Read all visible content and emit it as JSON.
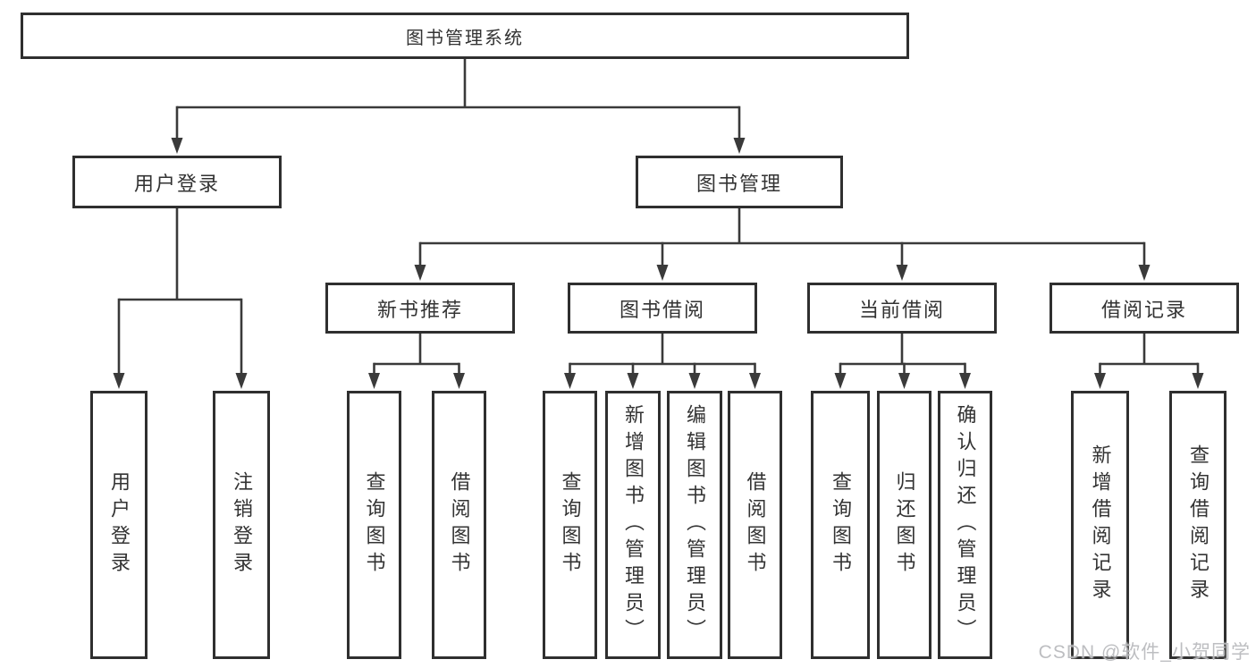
{
  "tree": {
    "root": {
      "label": "图书管理系统"
    },
    "level2": [
      {
        "label": "用户登录"
      },
      {
        "label": "图书管理"
      }
    ],
    "level3": [
      {
        "label": "新书推荐"
      },
      {
        "label": "图书借阅"
      },
      {
        "label": "当前借阅"
      },
      {
        "label": "借阅记录"
      }
    ],
    "leaves": [
      {
        "label": "用户登录"
      },
      {
        "label": "注销登录"
      },
      {
        "label": "查询图书"
      },
      {
        "label": "借阅图书"
      },
      {
        "label": "查询图书"
      },
      {
        "label": "新增图书（管理员）"
      },
      {
        "label": "编辑图书（管理员）"
      },
      {
        "label": "借阅图书"
      },
      {
        "label": "查询图书"
      },
      {
        "label": "归还图书"
      },
      {
        "label": "确认归还（管理员）"
      },
      {
        "label": "新增借阅记录"
      },
      {
        "label": "查询借阅记录"
      }
    ]
  },
  "watermark": "CSDN @软件_小贺同学",
  "colors": {
    "line": "#3a3a3a",
    "box_border": "#2f2f2f",
    "text": "#333333",
    "watermark": "#babbbe",
    "background": "#ffffff"
  }
}
